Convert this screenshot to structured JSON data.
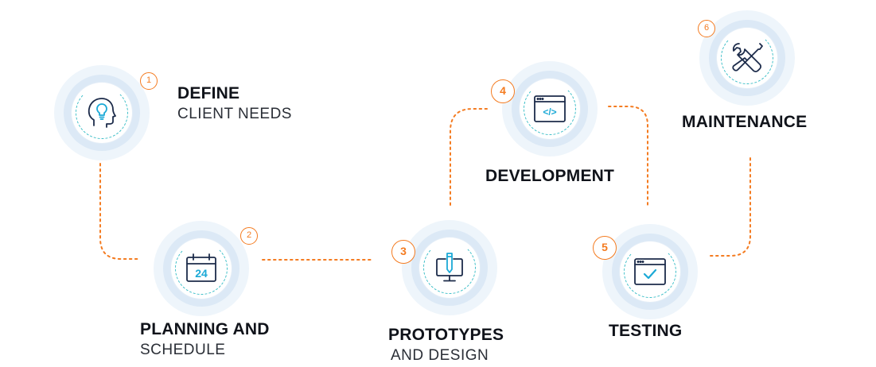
{
  "accent_color": "#f47b20",
  "icon_color": "#1c2b4a",
  "highlight_color": "#1ba9d6",
  "steps": [
    {
      "number": "1",
      "title": "DEFINE",
      "subtitle": "CLIENT NEEDS",
      "icon": "lightbulb-head-icon"
    },
    {
      "number": "2",
      "title": "PLANNING AND",
      "subtitle": "SCHEDULE",
      "icon": "calendar-icon",
      "calendar_day": "24"
    },
    {
      "number": "3",
      "title": "PROTOTYPES",
      "subtitle": "AND DESIGN",
      "icon": "monitor-pencil-icon"
    },
    {
      "number": "4",
      "title": "DEVELOPMENT",
      "subtitle": "",
      "icon": "code-window-icon",
      "code_text": "</>"
    },
    {
      "number": "5",
      "title": "TESTING",
      "subtitle": "",
      "icon": "checkmark-window-icon"
    },
    {
      "number": "6",
      "title": "MAINTENANCE",
      "subtitle": "",
      "icon": "wrench-screwdriver-icon"
    }
  ]
}
